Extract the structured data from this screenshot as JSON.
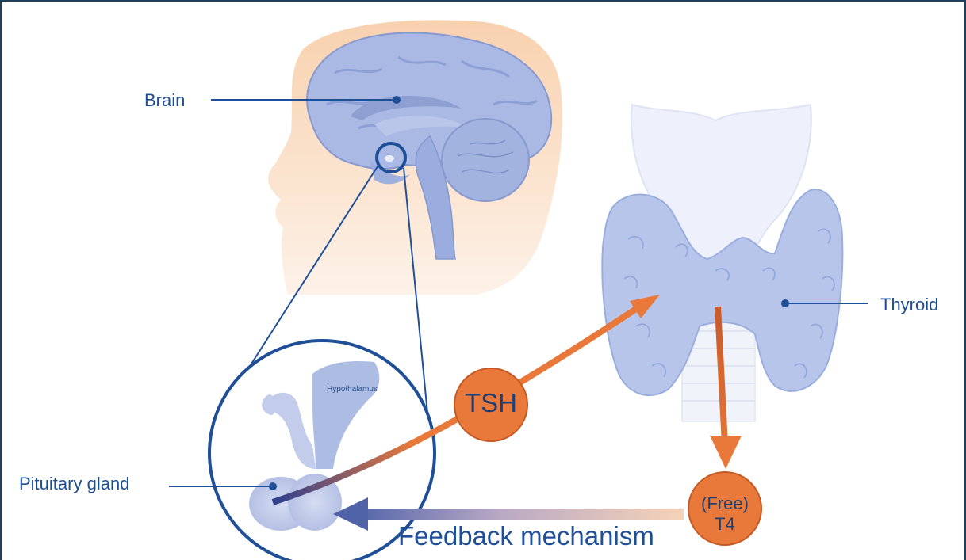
{
  "labels": {
    "brain": "Brain",
    "thyroid": "Thyroid",
    "pituitary": "Pituitary gland",
    "hypothalamus": "Hypothalamus",
    "feedback": "Feedback mechanism"
  },
  "hormones": {
    "tsh": "TSH",
    "t4_line1": "(Free)",
    "t4_line2": "T4"
  },
  "colors": {
    "label_blue": "#1d4e91",
    "organ_blue": "#a9b9e3",
    "skin": "#fbe1cc",
    "arrow_orange": "#e8793a",
    "hormone_circle": "#e8793a",
    "feedback_blue": "#4b60a8"
  }
}
